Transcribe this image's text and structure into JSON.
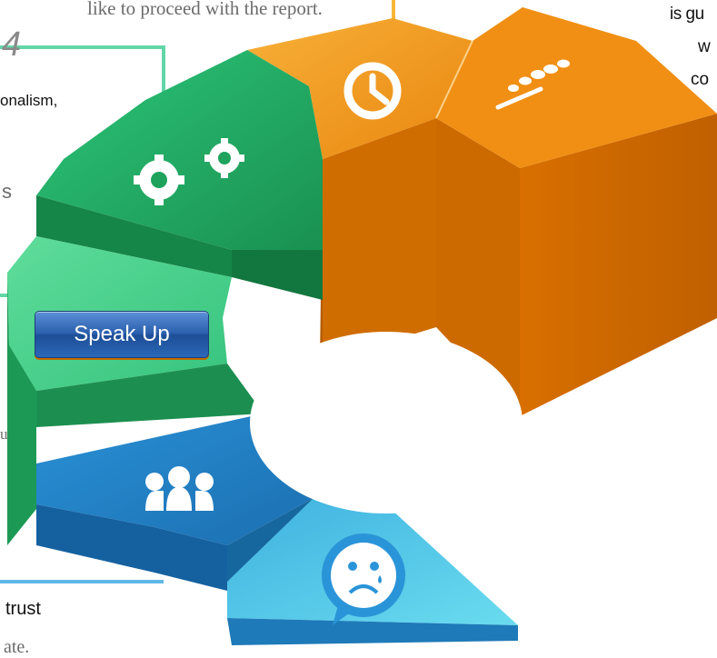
{
  "texts": {
    "top_line": "like to proceed with the report.",
    "step_number_partial": "4",
    "left_line_1": "onalism,",
    "left_char_1": "s",
    "left_char_2": "u",
    "bottom_line": "trust",
    "bottom_serif": "ate.",
    "right_line_1": "is gu",
    "right_line_2": "w",
    "right_line_3": "co"
  },
  "button": {
    "label": "Speak Up"
  },
  "colors": {
    "orange": "#ef8a10",
    "green": "#22a862",
    "light_green": "#4fd48f",
    "blue": "#2184c9",
    "light_blue": "#56cfe8",
    "callout_green": "#62d6a7",
    "callout_yellow": "#f6b53a",
    "callout_blue": "#5fb8e6"
  },
  "icons": [
    "clock-icon",
    "signal-icon",
    "gears-icon",
    "group-icon",
    "sad-face-icon"
  ]
}
